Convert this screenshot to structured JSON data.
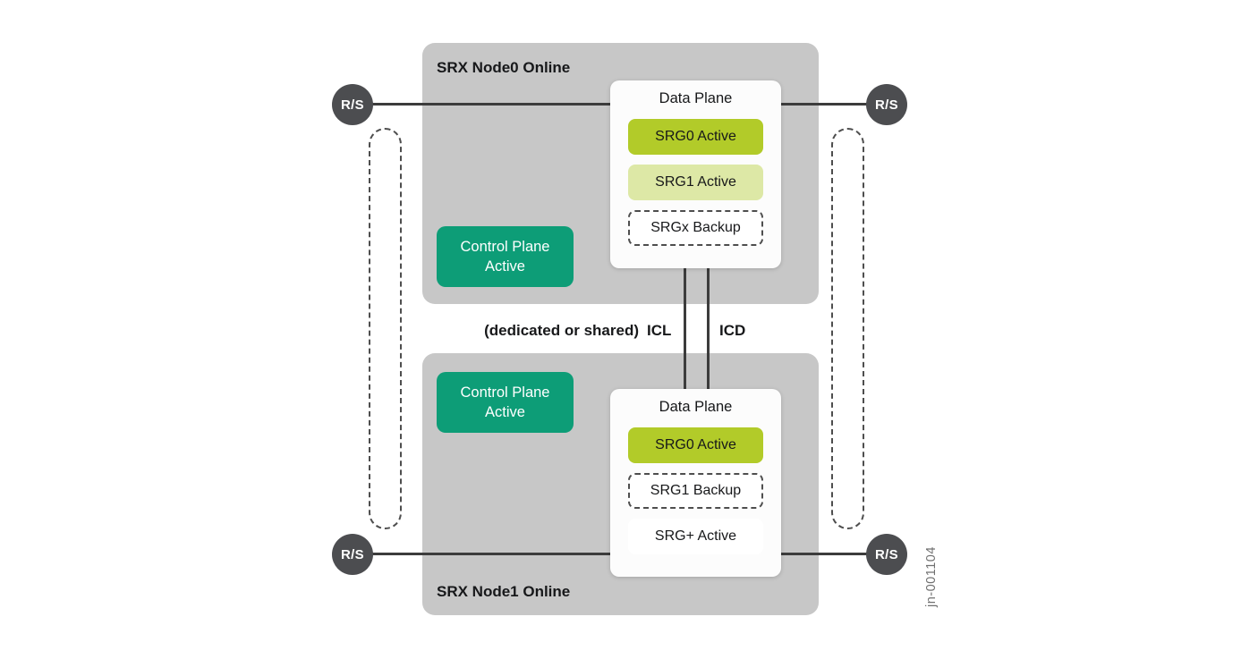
{
  "palette": {
    "node_background": "#c7c7c7",
    "panel_background": "#fcfcfc",
    "control_plane_green": "#0d9d77",
    "srg_active_strong": "#b2cb29",
    "srg_active_light": "#dde8a6",
    "line_color": "#3c3c3c",
    "rs_circle": "#4c4d50"
  },
  "node0": {
    "label": "SRX Node0 Online",
    "control_plane": {
      "line1": "Control Plane",
      "line2": "Active"
    },
    "data_plane": {
      "title": "Data Plane",
      "srgs": [
        {
          "label": "SRG0 Active",
          "state": "active"
        },
        {
          "label": "SRG1 Active",
          "state": "active-secondary"
        },
        {
          "label": "SRGx Backup",
          "state": "backup"
        }
      ]
    }
  },
  "node1": {
    "label": "SRX Node1 Online",
    "control_plane": {
      "line1": "Control Plane",
      "line2": "Active"
    },
    "data_plane": {
      "title": "Data Plane",
      "srgs": [
        {
          "label": "SRG0 Active",
          "state": "active"
        },
        {
          "label": "SRG1 Backup",
          "state": "backup"
        },
        {
          "label": "SRG+ Active",
          "state": "active-plain"
        }
      ]
    }
  },
  "links": {
    "shared_label": "(dedicated or shared)",
    "icl_label": "ICL",
    "icd_label": "ICD"
  },
  "rs_label": "R/S",
  "figure_id": "jn-001104"
}
